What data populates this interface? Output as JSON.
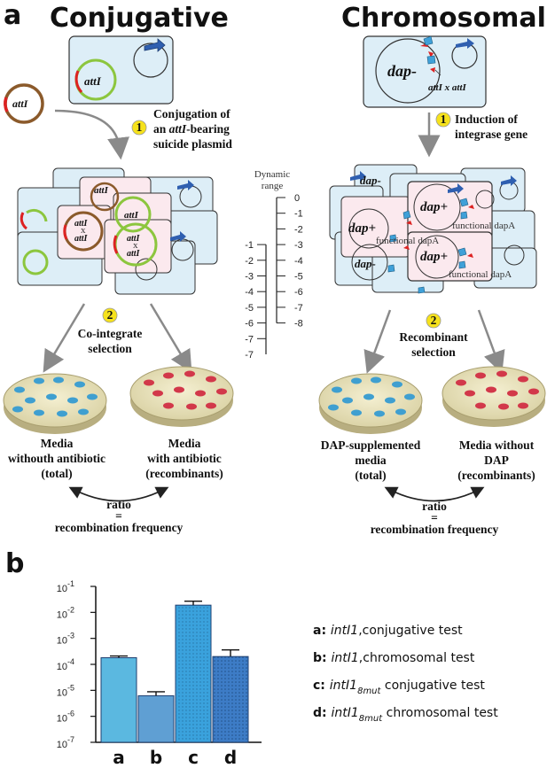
{
  "panel_a": {
    "letter": "a",
    "conjugative": {
      "heading": "Conjugative",
      "plasmid_label": "attI",
      "cell_label": "attI",
      "step1_number": "1",
      "step1_line1": "Conjugation of",
      "step1_line2_prefix": "an ",
      "step1_line2_italic": "attI",
      "step1_line2_suffix": "-bearing",
      "step1_line3": "suicide plasmid",
      "cointegrate_top": "attI",
      "cointegrate_x": "x",
      "cointegrate_bottom": "attI",
      "step2_number": "2",
      "step2_line1": "Co-integrate",
      "step2_line2": "selection",
      "plate_left_line1": "Media",
      "plate_left_line2": "withouth antibiotic",
      "plate_left_line3": "(total)",
      "plate_right_line1": "Media",
      "plate_right_line2": "with antibiotic",
      "plate_right_line3": "(recombinants)",
      "ratio_line1": "ratio",
      "ratio_line2": "=",
      "ratio_line3": "recombination frequency"
    },
    "chromosomal": {
      "heading": "Chromosomal",
      "cell_label": "dap-",
      "site_label": "attI x attI",
      "step1_number": "1",
      "step1_line1": "Induction of",
      "step1_line2": "integrase gene",
      "dap_plus": "dap+",
      "dap_minus": "dap-",
      "functional_label": "functional dapA",
      "step2_number": "2",
      "step2_line1": "Recombinant",
      "step2_line2": "selection",
      "plate_left_line1": "DAP-supplemented",
      "plate_left_line2": "media",
      "plate_left_line3": "(total)",
      "plate_right_line1": "Media without",
      "plate_right_line2": "DAP",
      "plate_right_line3": "(recombinants)",
      "ratio_line1": "ratio",
      "ratio_line2": "=",
      "ratio_line3": "recombination frequency"
    },
    "dynamic_range": {
      "title_line1": "Dynamic",
      "title_line2": "range",
      "right_ticks": [
        "0",
        "-1",
        "-2",
        "-3",
        "-4",
        "-5",
        "-6",
        "-7",
        "-8"
      ],
      "left_ticks": [
        "-1",
        "-2",
        "-3",
        "-4",
        "-5",
        "-6",
        "-7"
      ]
    },
    "colors": {
      "cell_blue": "#ddeef7",
      "cell_pink": "#fbe9ee",
      "plate_fill": "#ece6c0",
      "colony_blue": "#3f9fd0",
      "colony_red": "#d2384a",
      "plasmid_green": "#8cc63e",
      "plasmid_brown": "#8b5a2b",
      "step_badge": "#f6e21c"
    }
  },
  "chart_data": {
    "type": "bar",
    "panel_letter": "b",
    "categories": [
      "a",
      "b",
      "c",
      "d"
    ],
    "values": [
      0.00018,
      6.2e-06,
      0.019,
      0.0002
    ],
    "errors_upper": [
      0.00021,
      8.8e-06,
      0.027,
      0.00036
    ],
    "y_scale": "log",
    "ylim": [
      1e-07,
      0.1
    ],
    "y_ticks": [
      {
        "base": "10",
        "exp": "-1",
        "value": 0.1
      },
      {
        "base": "10",
        "exp": "-2",
        "value": 0.01
      },
      {
        "base": "10",
        "exp": "-3",
        "value": 0.001
      },
      {
        "base": "10",
        "exp": "-4",
        "value": 0.0001
      },
      {
        "base": "10",
        "exp": "-5",
        "value": 1e-05
      },
      {
        "base": "10",
        "exp": "-6",
        "value": 1e-06
      },
      {
        "base": "10",
        "exp": "-7",
        "value": 1e-07
      }
    ],
    "bar_colors": [
      "#5bb8e0",
      "#5f9fd3",
      "#3aa2dd",
      "#3d7cc6"
    ],
    "legend": [
      {
        "key": "a:",
        "gene": "intI1",
        "sub": "",
        "text": ",conjugative test"
      },
      {
        "key": "b:",
        "gene": "intI1",
        "sub": "",
        "text": ",chromosomal test"
      },
      {
        "key": "c:",
        "gene": "intI1",
        "sub": "8mut",
        "text": " conjugative test"
      },
      {
        "key": "d:",
        "gene": "intI1",
        "sub": "8mut",
        "text": " chromosomal test"
      }
    ]
  }
}
